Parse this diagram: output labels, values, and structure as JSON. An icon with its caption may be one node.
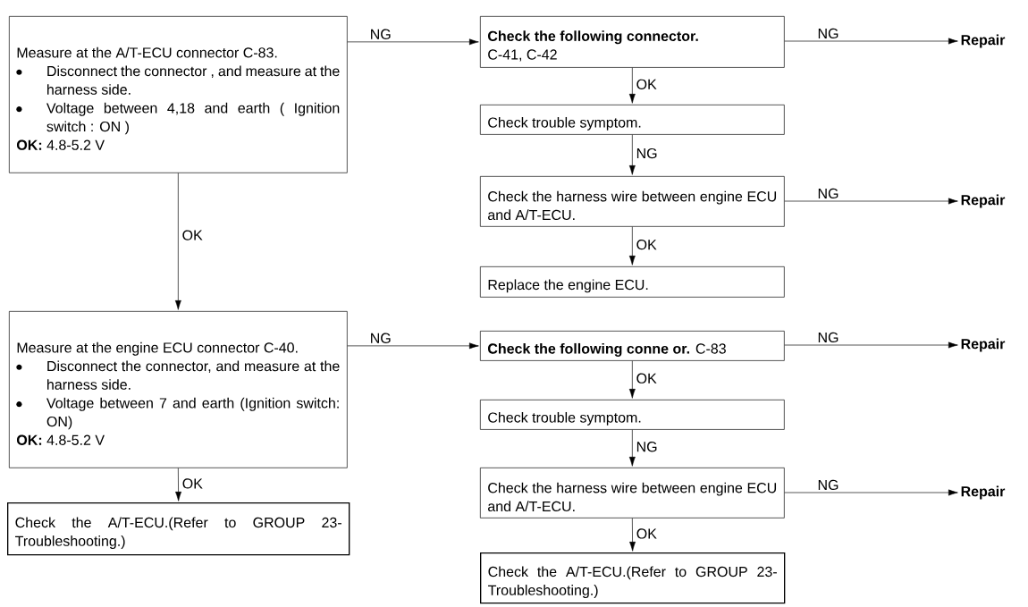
{
  "diagram": {
    "nodes": [
      {
        "text": [
          "Measure at the A/T-ECU connector C-83.",
          "Disconnect the connector , and measure at the harness side.",
          "Voltage between 4,18 and earth ( Ignition switch : ON )",
          "**OK:** 4.8-5.2 V"
        ]
      },
      {
        "text": [
          "Check the following connector.",
          "C-41, C-42"
        ]
      },
      {
        "text": [
          "Repair"
        ]
      },
      {
        "text": [
          "Check trouble symptom."
        ]
      },
      {
        "text": [
          "Check the harness wire between engine ECU and A/T-ECU."
        ]
      },
      {
        "text": [
          "Repair"
        ]
      },
      {
        "text": [
          "Replace the engine ECU."
        ]
      },
      {
        "text": [
          "Measure at the engine ECU connector C-40.",
          "Disconnect the connector, and measure at the harness side.",
          "Voltage between 7 and earth (Ignition switch: ON)",
          "**OK:** 4.8-5.2 V"
        ]
      },
      {
        "text": [
          "**Check the following conne or.** C-83"
        ]
      },
      {
        "text": [
          "Repair"
        ]
      },
      {
        "text": [
          "Check trouble symptom."
        ]
      },
      {
        "text": [
          "Check the harness wire between engine ECU and A/T-ECU."
        ]
      },
      {
        "text": [
          "Repair"
        ]
      },
      {
        "text": [
          "Check the A/T-ECU.(Refer to GROUP 23-Troubleshooting.)"
        ]
      },
      {
        "text": [
          "Check the A/T-ECU.(Refer to GROUP 23-Troubleshooting.)"
        ]
      }
    ],
    "edges": [
      {
        "from": 0,
        "to": 1,
        "arrow": "to",
        "label": "NG"
      },
      {
        "from": 1,
        "to": 2,
        "arrow": "to",
        "label": "NG"
      },
      {
        "from": 1,
        "to": 3,
        "arrow": "to",
        "label": "OK"
      },
      {
        "from": 3,
        "to": 4,
        "arrow": "to",
        "label": "NG"
      },
      {
        "from": 4,
        "to": 5,
        "arrow": "to",
        "label": "NG"
      },
      {
        "from": 4,
        "to": 6,
        "arrow": "to",
        "label": "OK"
      },
      {
        "from": 0,
        "to": 7,
        "arrow": "to",
        "label": "OK"
      },
      {
        "from": 7,
        "to": 8,
        "arrow": "to",
        "label": "NG"
      },
      {
        "from": 8,
        "to": 9,
        "arrow": "to",
        "label": "NG"
      },
      {
        "from": 8,
        "to": 10,
        "arrow": "to",
        "label": "OK"
      },
      {
        "from": 10,
        "to": 11,
        "arrow": "to",
        "label": "NG"
      },
      {
        "from": 11,
        "to": 12,
        "arrow": "to",
        "label": "NG"
      },
      {
        "from": 11,
        "to": 14,
        "arrow": "to",
        "label": "OK"
      },
      {
        "from": 7,
        "to": 13,
        "arrow": "to",
        "label": "OK"
      }
    ]
  }
}
